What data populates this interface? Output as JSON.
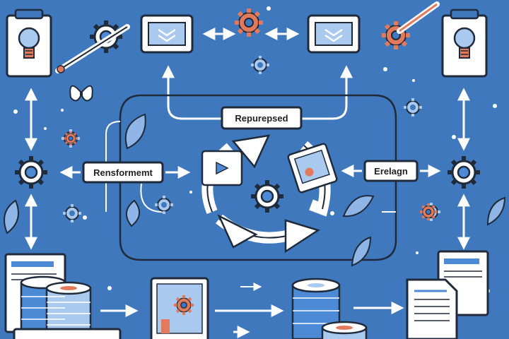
{
  "labels": {
    "top": "Repurepsed",
    "left": "Rensformemt",
    "right": "Erelagn"
  },
  "colors": {
    "background": "#3f78bd",
    "panel": "#ffffff",
    "outline": "#1f2a3a",
    "accent_orange": "#e27a5b",
    "accent_light_blue": "#a9c9ef",
    "accent_blue": "#4d8ad6",
    "leaf": "#8fb6e6",
    "bulb": "#ffd966"
  },
  "icons": [
    "lightbulb-clipboard-icon",
    "gear-icon",
    "pencil-icon",
    "butterfly-icon",
    "monitor-icon",
    "recycle-arrows-icon",
    "leaf-icon",
    "document-icon",
    "disc-stack-icon",
    "arrow-icon"
  ]
}
